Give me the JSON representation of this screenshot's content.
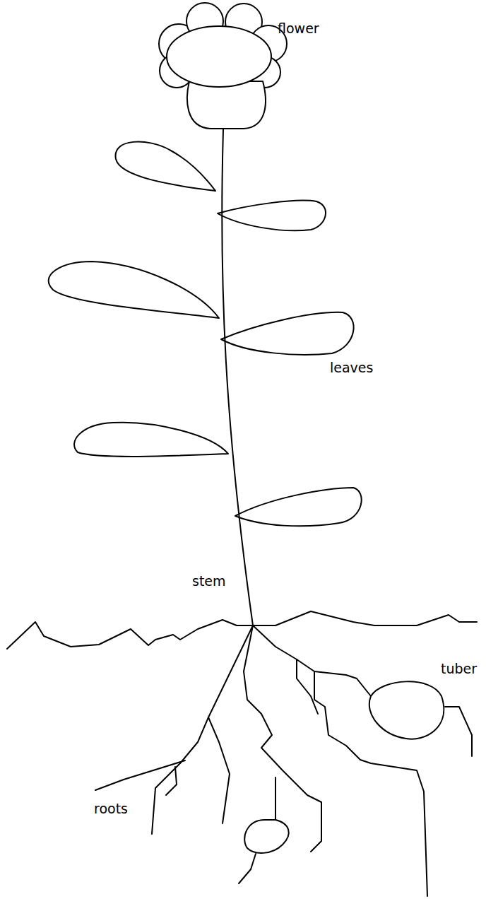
{
  "diagram": {
    "labels": [
      "flower",
      "leaves",
      "stem",
      "tuber",
      "roots"
    ]
  }
}
